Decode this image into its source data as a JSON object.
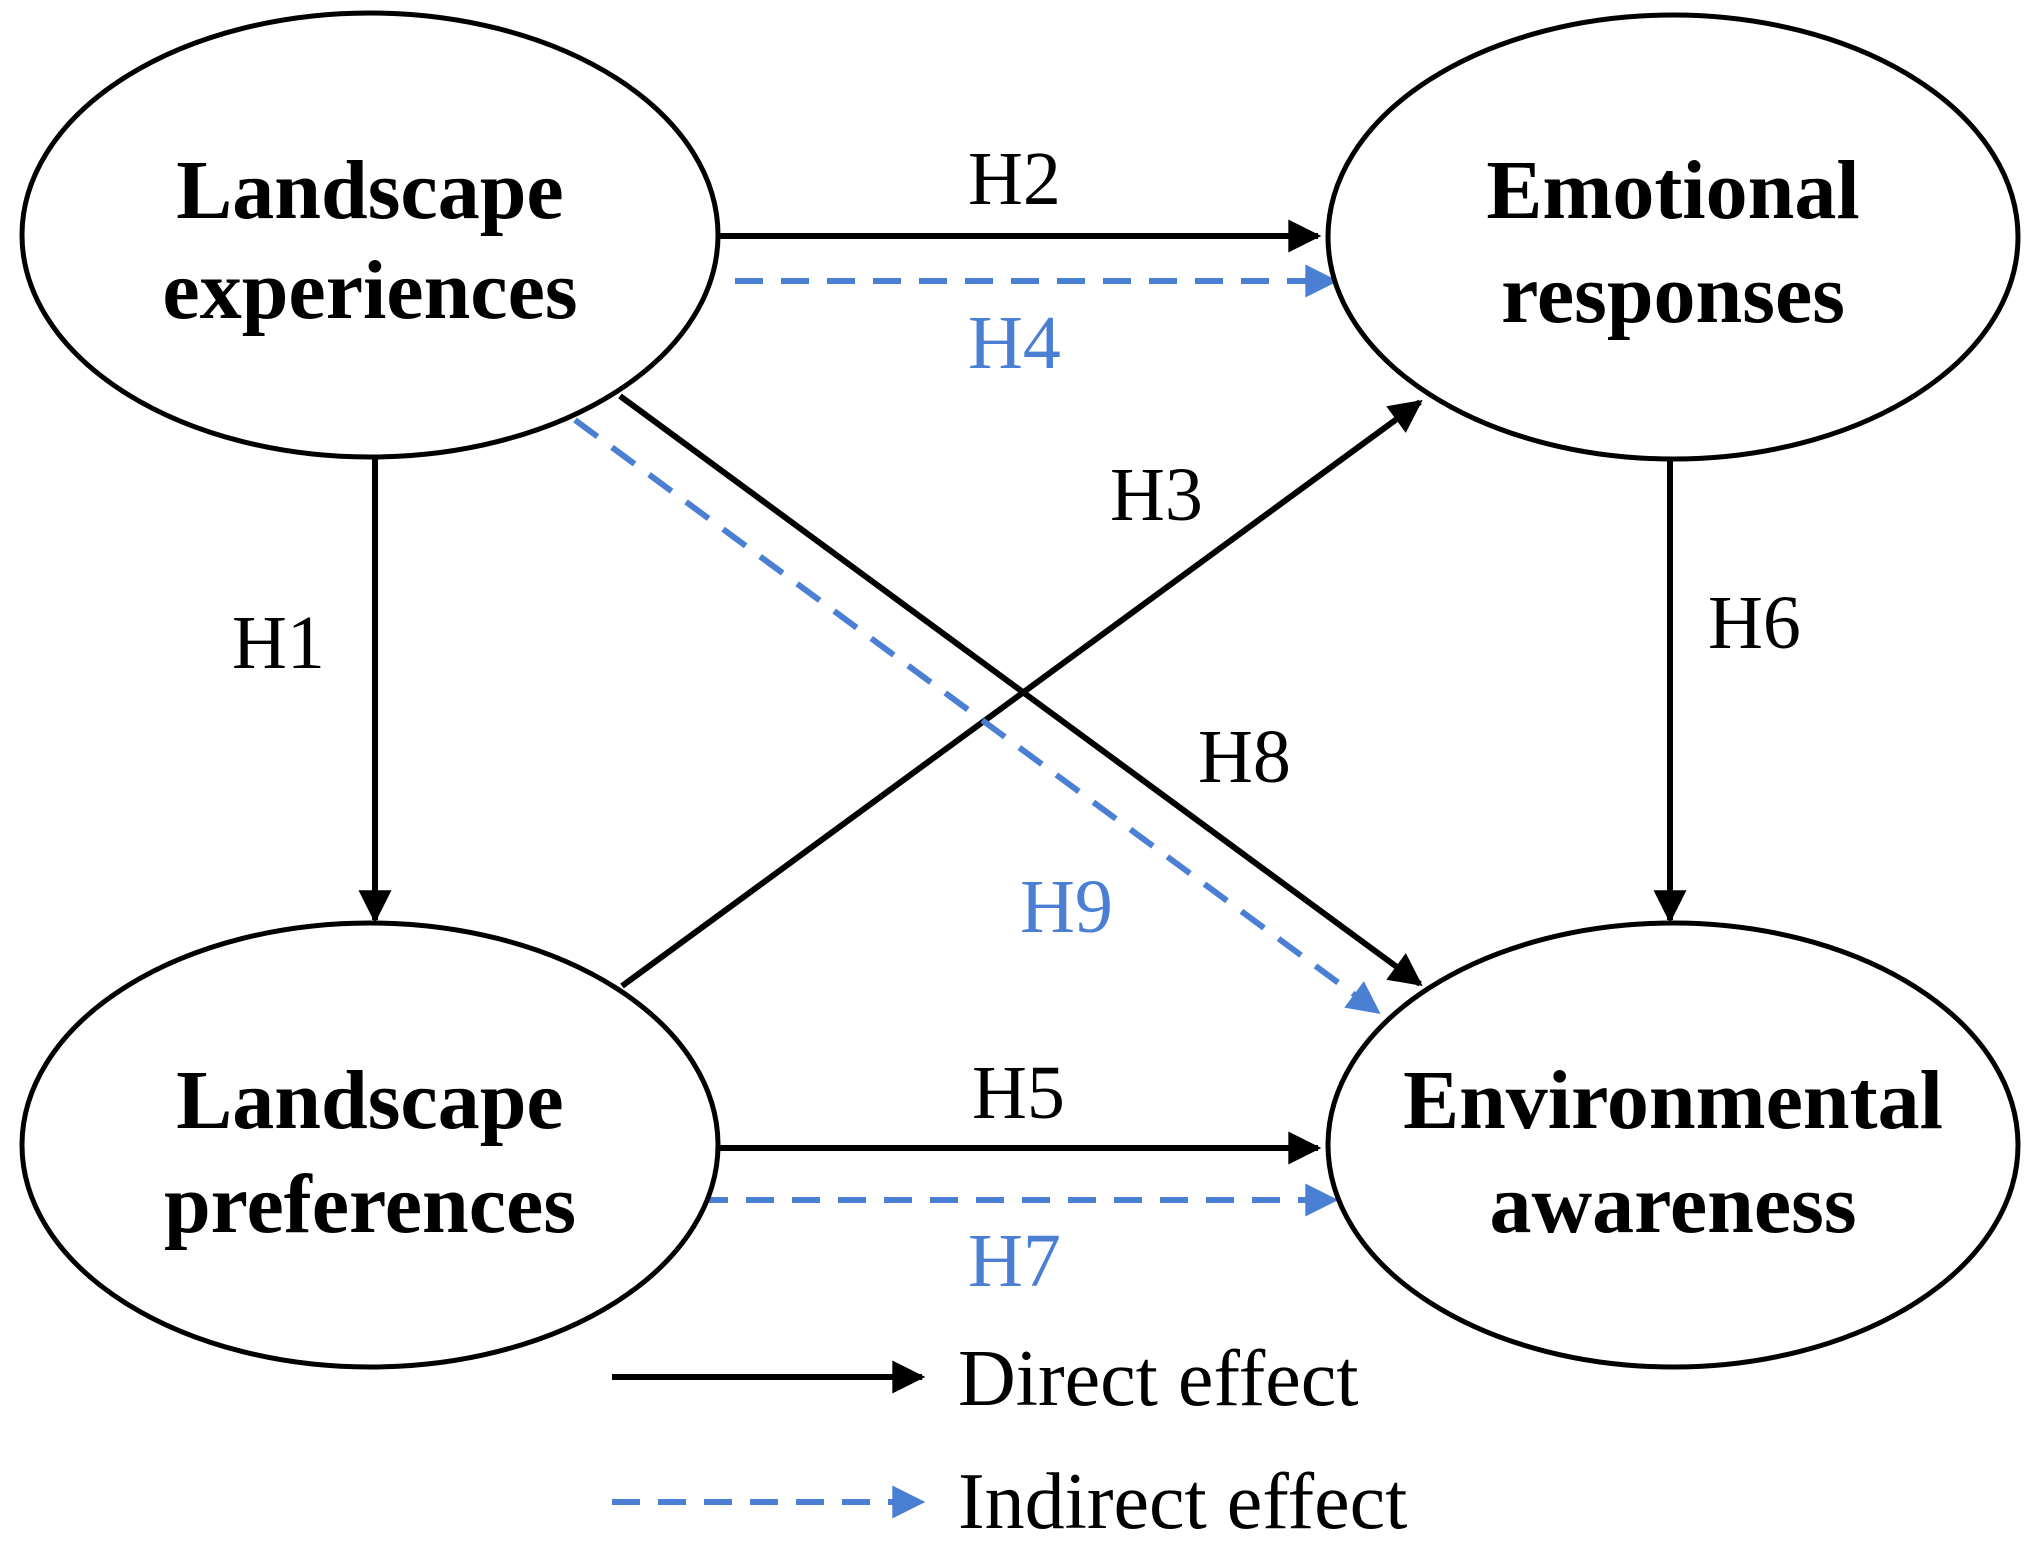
{
  "colors": {
    "direct": "#000000",
    "indirect": "#4a7fd4"
  },
  "nodes": {
    "landscape_experiences": {
      "line1": "Landscape",
      "line2": "experiences"
    },
    "emotional_responses": {
      "line1": "Emotional",
      "line2": "responses"
    },
    "landscape_preferences": {
      "line1": "Landscape",
      "line2": "preferences"
    },
    "environmental_awareness": {
      "line1": "Environmental",
      "line2": "awareness"
    }
  },
  "hypotheses": {
    "h1": {
      "label": "H1",
      "type": "direct"
    },
    "h2": {
      "label": "H2",
      "type": "direct"
    },
    "h3": {
      "label": "H3",
      "type": "direct"
    },
    "h4": {
      "label": "H4",
      "type": "indirect"
    },
    "h5": {
      "label": "H5",
      "type": "direct"
    },
    "h6": {
      "label": "H6",
      "type": "direct"
    },
    "h7": {
      "label": "H7",
      "type": "indirect"
    },
    "h8": {
      "label": "H8",
      "type": "direct"
    },
    "h9": {
      "label": "H9",
      "type": "indirect"
    }
  },
  "legend": {
    "direct": "Direct effect",
    "indirect": "Indirect effect"
  }
}
